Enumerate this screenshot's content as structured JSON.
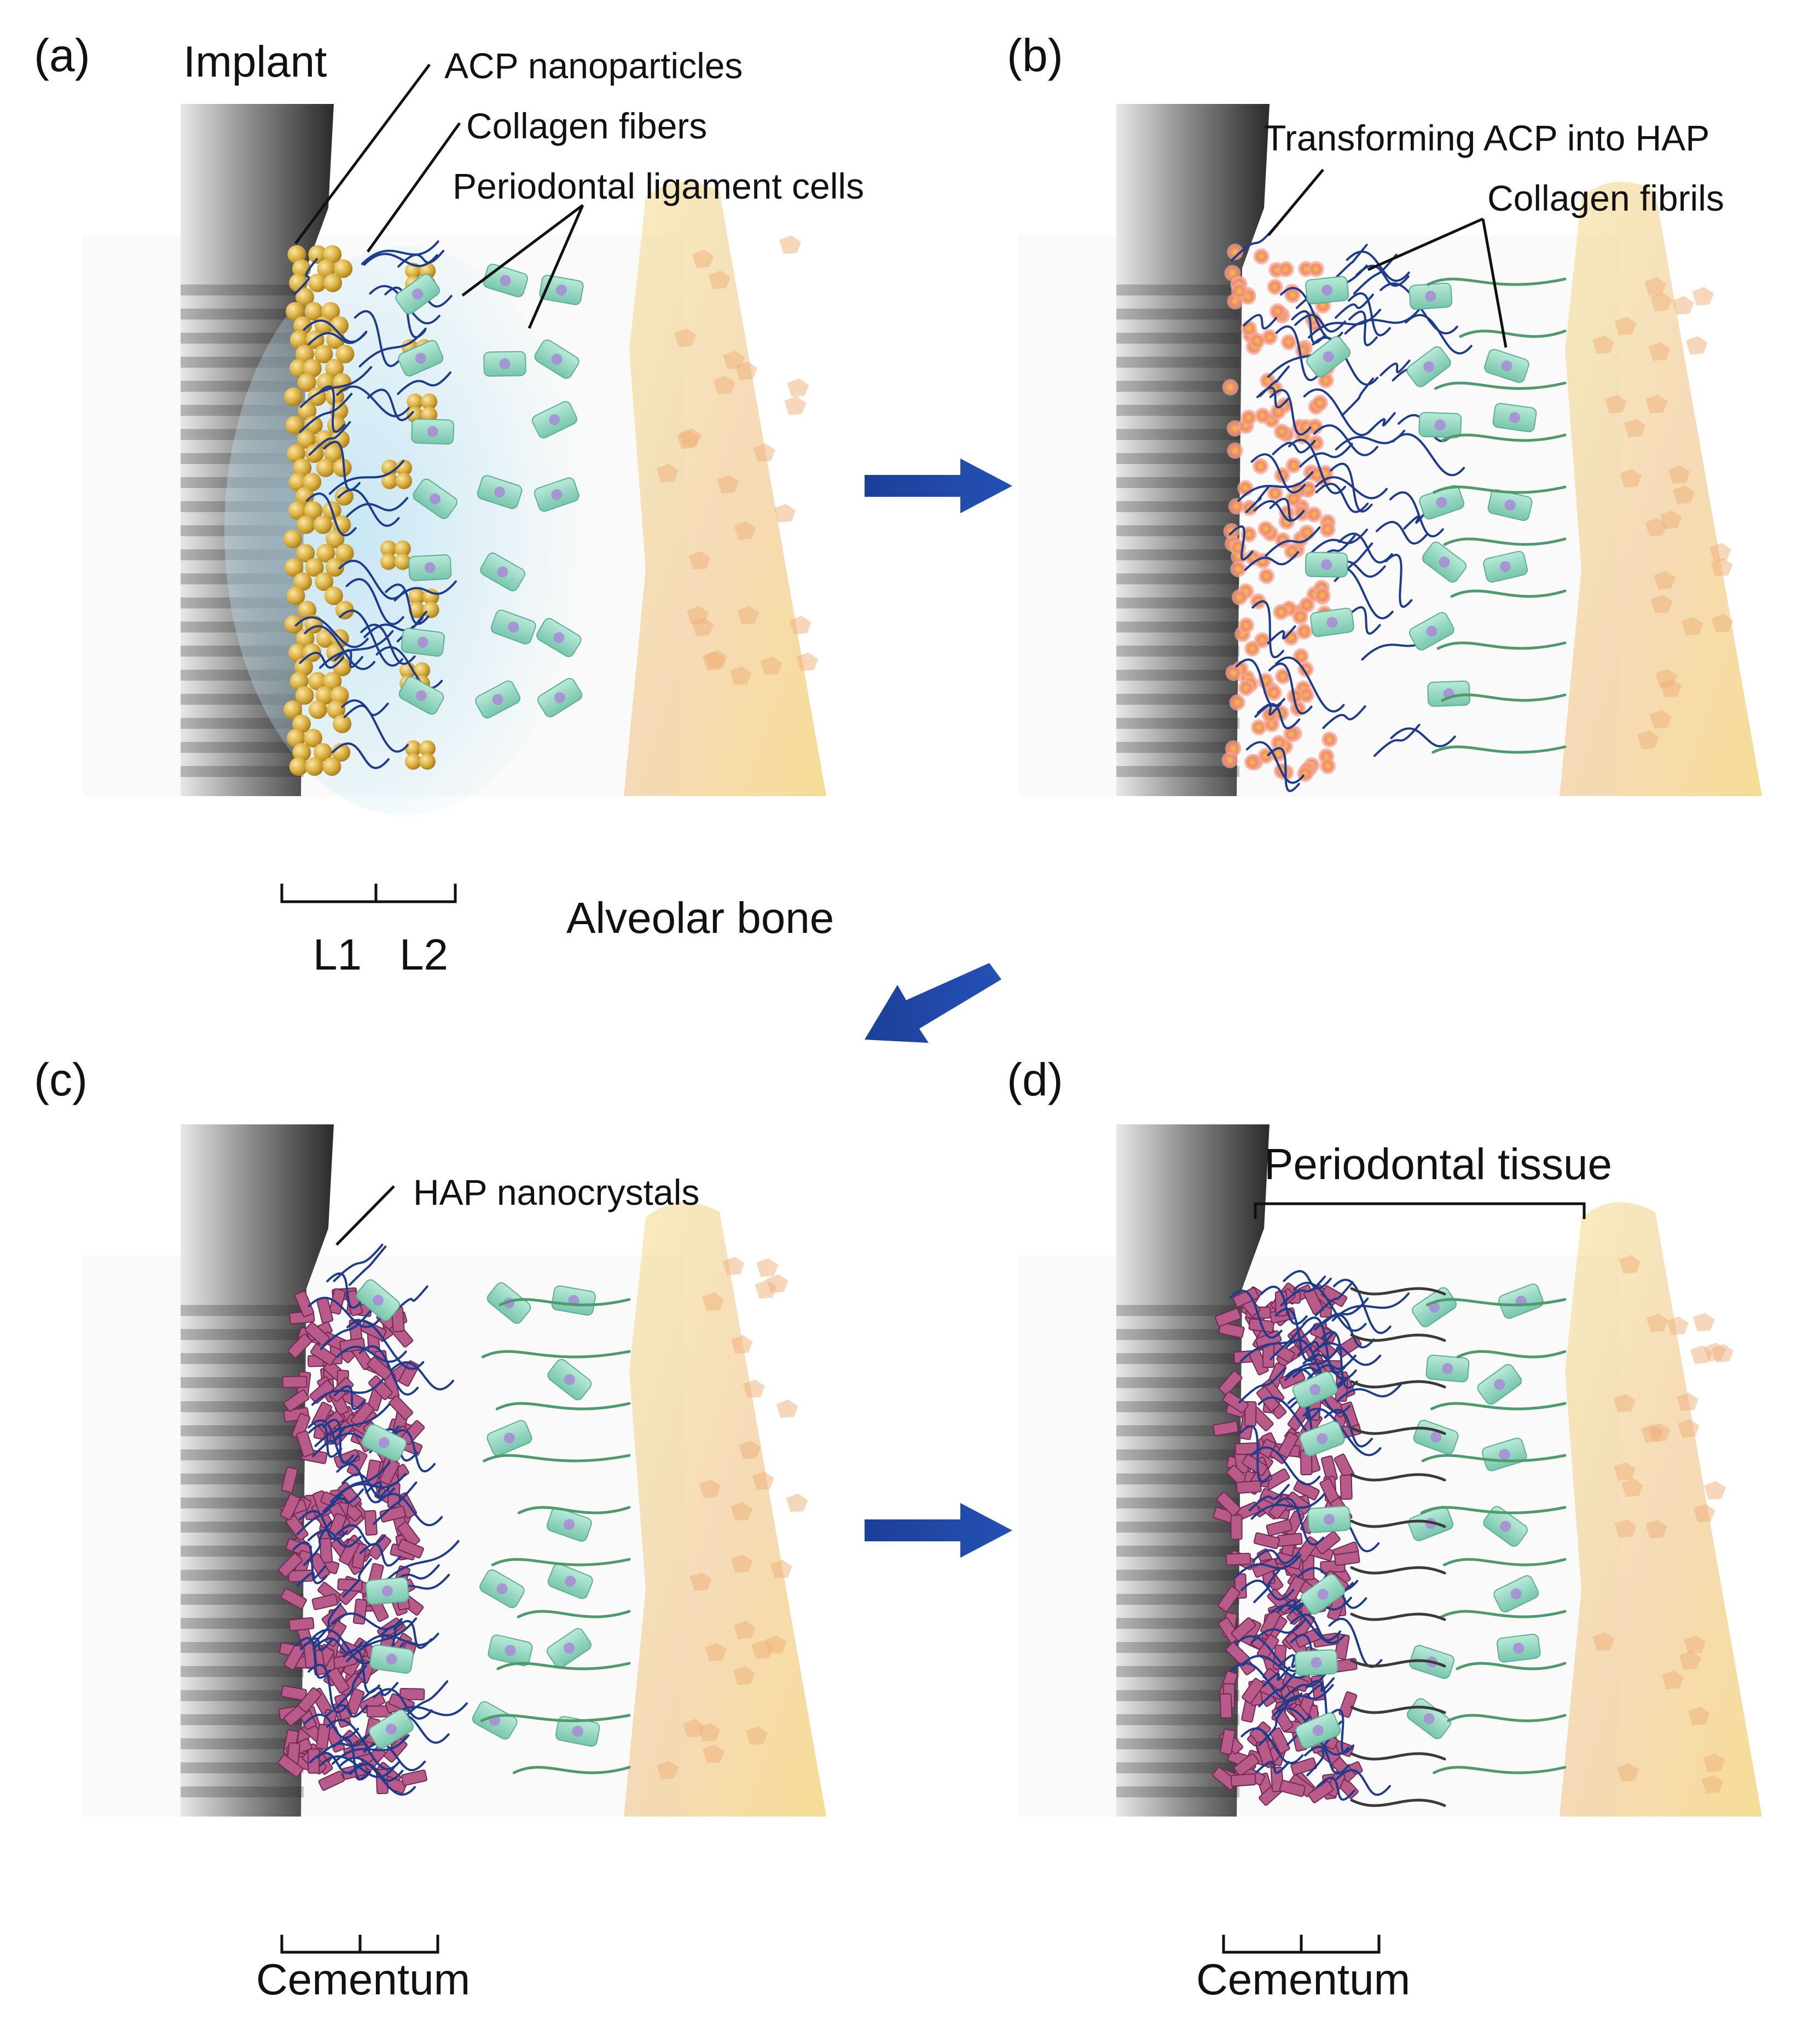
{
  "panels": [
    {
      "letter": "(a)",
      "title": "Implant",
      "callouts": [
        "ACP nanoparticles",
        "Collagen fibers",
        "Periodontal ligament cells"
      ],
      "bracket_labels": [
        "L1",
        "L2"
      ],
      "bottom_label": "Alveolar bone"
    },
    {
      "letter": "(b)",
      "callouts": [
        "Transforming ACP into HAP",
        "Collagen fibrils"
      ]
    },
    {
      "letter": "(c)",
      "callouts": [
        "HAP nanocrystals"
      ],
      "bottom_label": "Cementum"
    },
    {
      "letter": "(d)",
      "callouts": [
        "Periodontal tissue"
      ],
      "bottom_label": "Cementum"
    }
  ],
  "colors": {
    "implant_dark": "#2a2a2a",
    "implant_light": "#d9d9d9",
    "acp_particle": "#c9a032",
    "hap_transforming": "#f08a6a",
    "hap_crystal": "#b85a8a",
    "collagen": "#1e3c8c",
    "cell": "#8fd4bf",
    "cell_nucleus": "#a78ad6",
    "fibril_green": "#4f9a6c",
    "ligament_dark": "#3a3a3a",
    "bone": "#f3dc8e",
    "bone_spots": "#f0b07a",
    "glow": "#bfe3f3",
    "arrow": "#1c3f99"
  },
  "icons": [
    "arrow-right-icon",
    "arrow-down-left-icon"
  ]
}
